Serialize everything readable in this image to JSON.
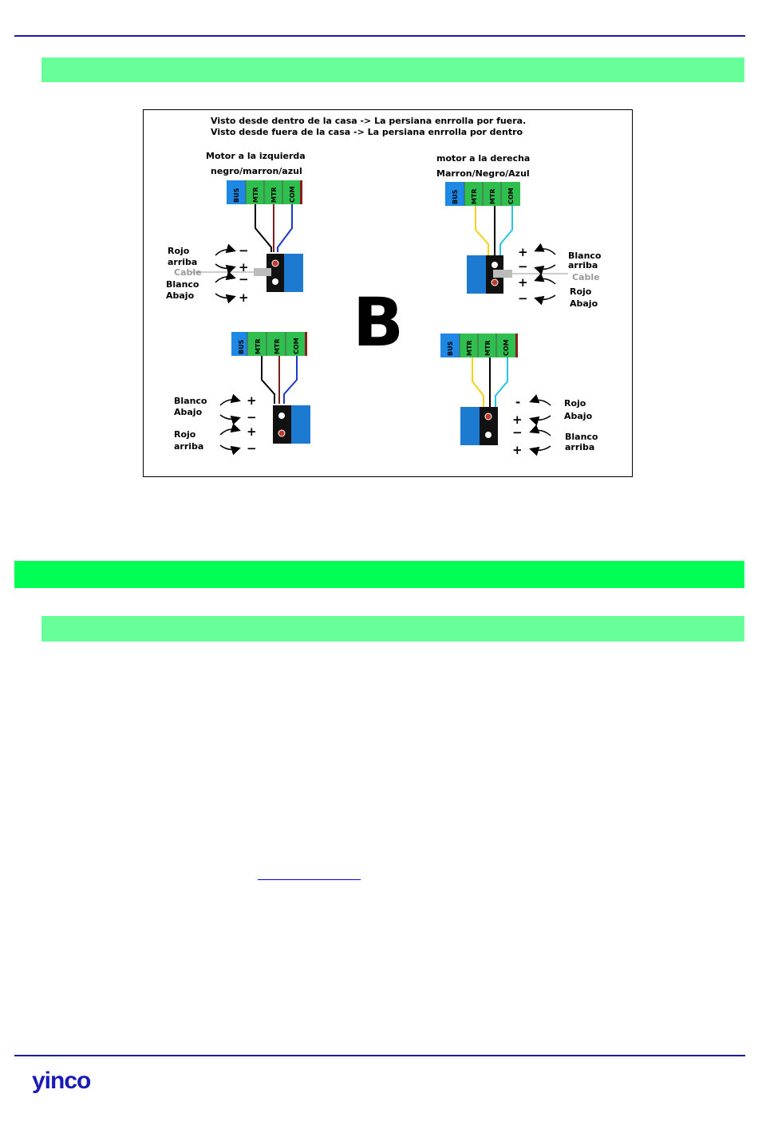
{
  "colors": {
    "rule": "#1a1aa0",
    "section_bar": "#66ff99",
    "section_bar_bright": "#00ff55",
    "logo": "#1a1ab8",
    "terminal_green": "#2fbf4f",
    "terminal_blue": "#1e88e5",
    "wire_yellow": "#f2d21b",
    "wire_cyan": "#27c3e6",
    "wire_brown": "#7a1f1f",
    "wire_blue": "#1a3acc",
    "motor_blue": "#1c7ad1"
  },
  "diagram": {
    "header_line1": "Visto desde dentro de la casa -> La persiana enrrolla por fuera.",
    "header_line2": "Visto desde fuera de la casa -> La persiana enrrolla por dentro",
    "left_title1": "Motor a la izquierda",
    "left_title2": "negro/marron/azul",
    "right_title1": "motor a la derecha",
    "right_title2": "Marron/Negro/Azul",
    "terminal_labels": [
      "BUS",
      "MTR",
      "MTR",
      "COM"
    ],
    "big_letter": "B",
    "tl": {
      "rojo": "Rojo",
      "arriba": "arriba",
      "cable": "Cable",
      "blanco": "Blanco",
      "abajo": "Abajo",
      "signs": [
        "−",
        "+",
        "−",
        "+"
      ]
    },
    "tr": {
      "blanco": "Blanco",
      "arriba": "arriba",
      "cable": "Cable",
      "rojo": "Rojo",
      "abajo": "Abajo",
      "signs": [
        "+",
        "−",
        "+",
        "−"
      ]
    },
    "bl": {
      "blanco": "Blanco",
      "abajo": "Abajo",
      "rojo": "Rojo",
      "arriba": "arriba",
      "signs": [
        "+",
        "−",
        "+",
        "−"
      ]
    },
    "br": {
      "rojo": "Rojo",
      "abajo": "Abajo",
      "blanco": "Blanco",
      "arriba": "arriba",
      "signs": [
        "-",
        "+",
        "−",
        "+"
      ]
    }
  },
  "logo": {
    "text": "yinco",
    "icon": "power-icon"
  }
}
